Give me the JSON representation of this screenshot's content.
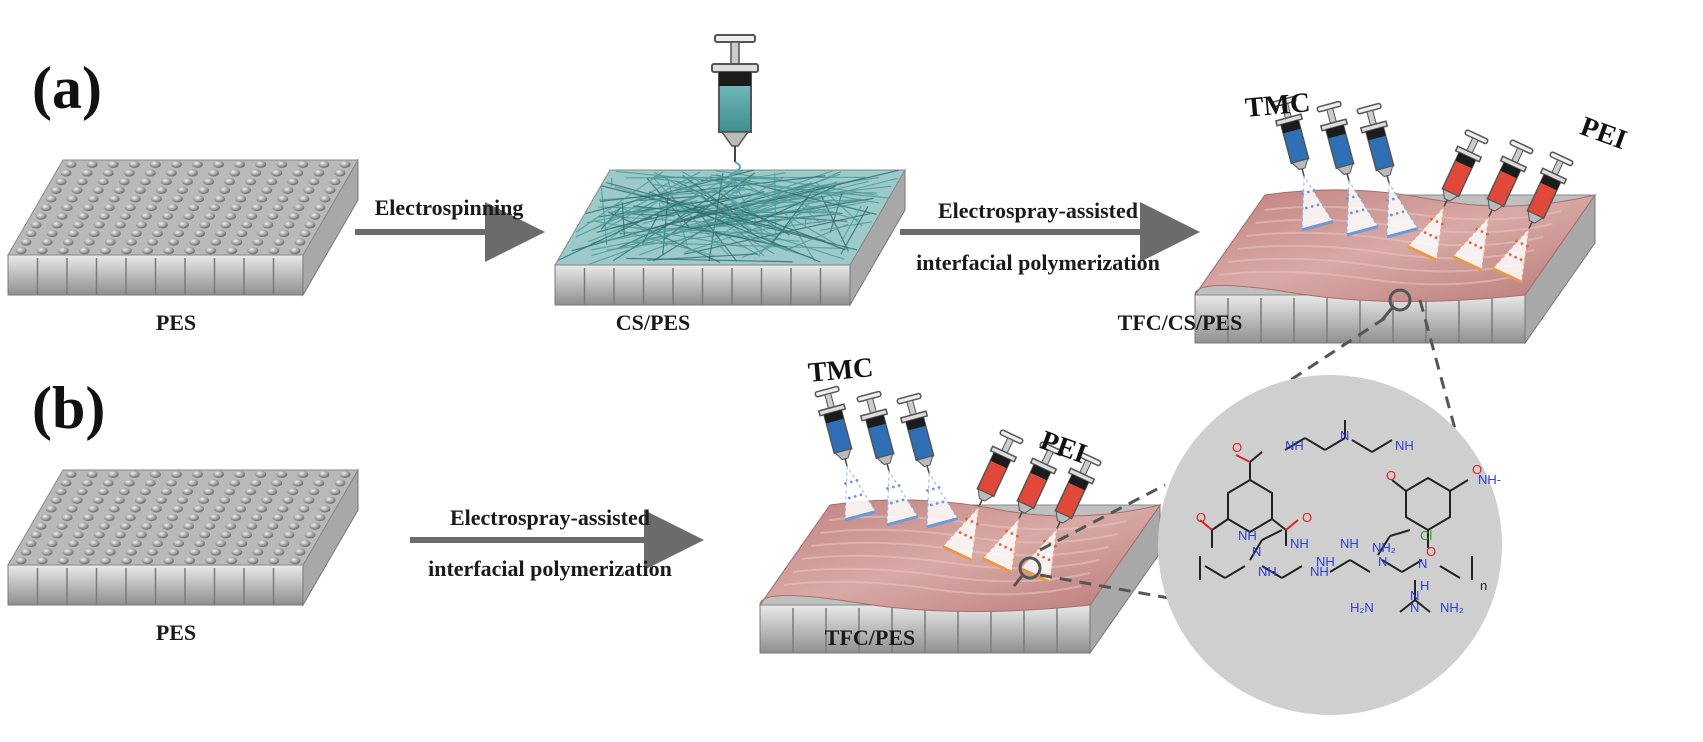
{
  "panels": {
    "a": "(a)",
    "b": "(b)"
  },
  "row_a": {
    "step1": {
      "substrate": "PES",
      "arrow_label": "Electrospinning"
    },
    "step2": {
      "product": "CS/PES",
      "arrow_label_line1": "Electrospray-assisted",
      "arrow_label_line2": "interfacial polymerization"
    },
    "step3": {
      "product": "TFC/CS/PES",
      "reagent_left": "TMC",
      "reagent_right": "PEI"
    }
  },
  "row_b": {
    "substrate": "PES",
    "arrow_label_line1": "Electrospray-assisted",
    "arrow_label_line2": "interfacial polymerization",
    "product": "TFC/PES",
    "reagent_left": "TMC",
    "reagent_right": "PEI"
  },
  "structure": {
    "labels": [
      "NH",
      "NH",
      "NH",
      "NH",
      "NH-",
      "NH",
      "Cl",
      "NH",
      "NH₂",
      "NH",
      "N",
      "N",
      "NH",
      "N",
      "N",
      "N",
      "H",
      "n",
      "H₂N",
      "N",
      "NH₂",
      "O",
      "O",
      "O",
      "O",
      "O",
      "O"
    ]
  },
  "colors": {
    "membrane_gray": "#bdbdbd",
    "fiber_teal": "#5aa6a6",
    "film_pink": "#c99592",
    "tmc_blue": "#2f6fb5",
    "pei_red": "#e0483a",
    "arrow": "#6b6b6b",
    "circle_bg": "#cfcfcf",
    "amine_blue": "#2a3fd4",
    "oxygen_red": "#e02020",
    "chlorine_green": "#20a020"
  }
}
